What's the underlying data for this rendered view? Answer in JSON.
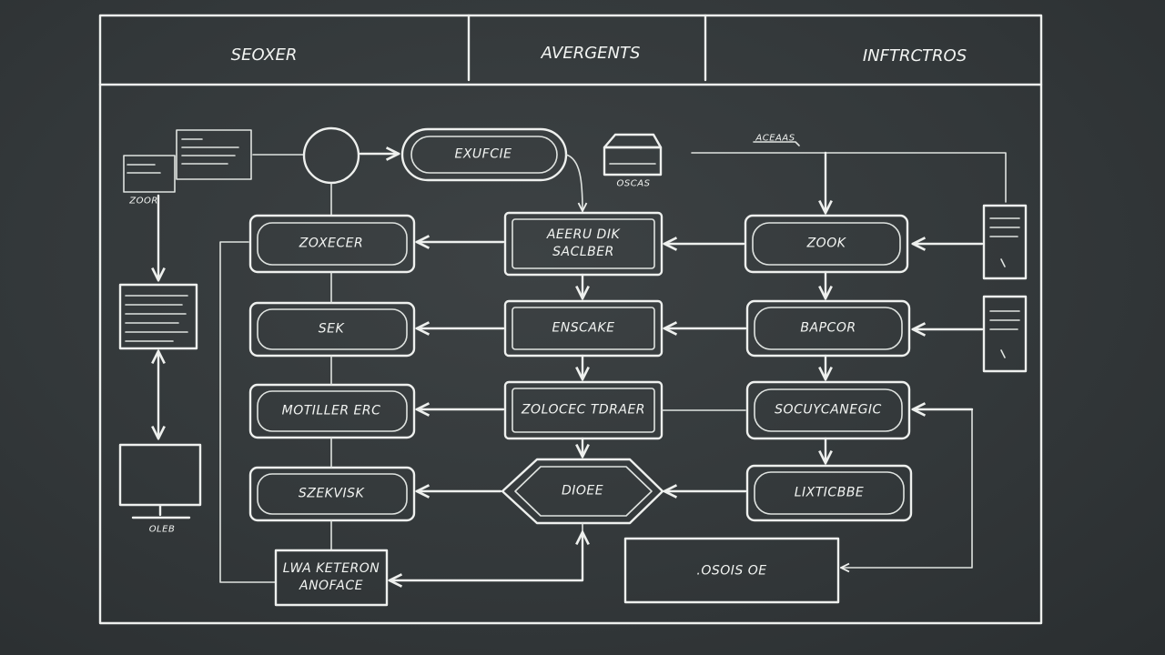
{
  "header": {
    "col1": "SEOXER",
    "col2": "AVERGENTS",
    "col3": "INFTRCTROS"
  },
  "left": {
    "computer_label": "ZOOR",
    "monitor_label": "OLEB"
  },
  "top": {
    "pill": "EXUFCIE",
    "drive_label": "OSCAS",
    "tab_label": "ACEAAS"
  },
  "col_left": {
    "box1": "ZOXECER",
    "box2": "SEK",
    "box3": "MOTILLER ERC",
    "box4": "SZEKVISK"
  },
  "col_mid": {
    "box1_line1": "AEERU DIK",
    "box1_line2": "SACLBER",
    "box2": "ENSCAKE",
    "box3": "ZOLOCEC TDRAER",
    "box4": "DIOEE"
  },
  "col_right": {
    "box1": "ZOOK",
    "box2": "BAPCOR",
    "box3": "SOCUYCANEGIC",
    "box4": "LIXTICBBE"
  },
  "bottom": {
    "box_line1": "LWA KETERON",
    "box_line2": "ANOFACE",
    "right_box": ".OSOIS OE"
  }
}
